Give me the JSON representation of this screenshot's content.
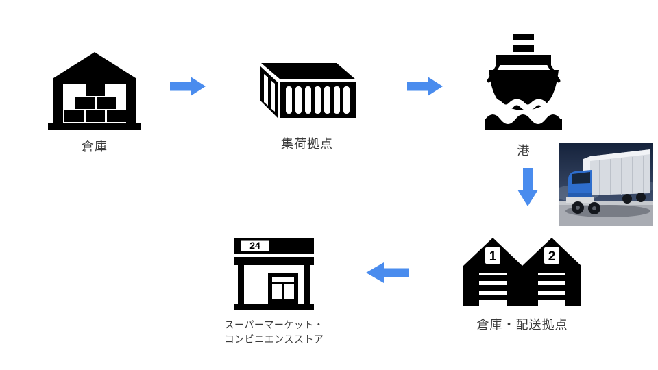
{
  "colors": {
    "arrow": "#4a8cee",
    "icon": "#000000"
  },
  "nodes": {
    "warehouse": {
      "label": "倉庫"
    },
    "collection_point": {
      "label": "集荷拠点"
    },
    "port": {
      "label": "港"
    },
    "distribution_center": {
      "label": "倉庫・配送拠点",
      "building_numbers": [
        "1",
        "2"
      ]
    },
    "retail": {
      "label_line1": "スーパーマーケット・",
      "label_line2": "コンビニエンスストア",
      "sign_text": "24"
    }
  }
}
